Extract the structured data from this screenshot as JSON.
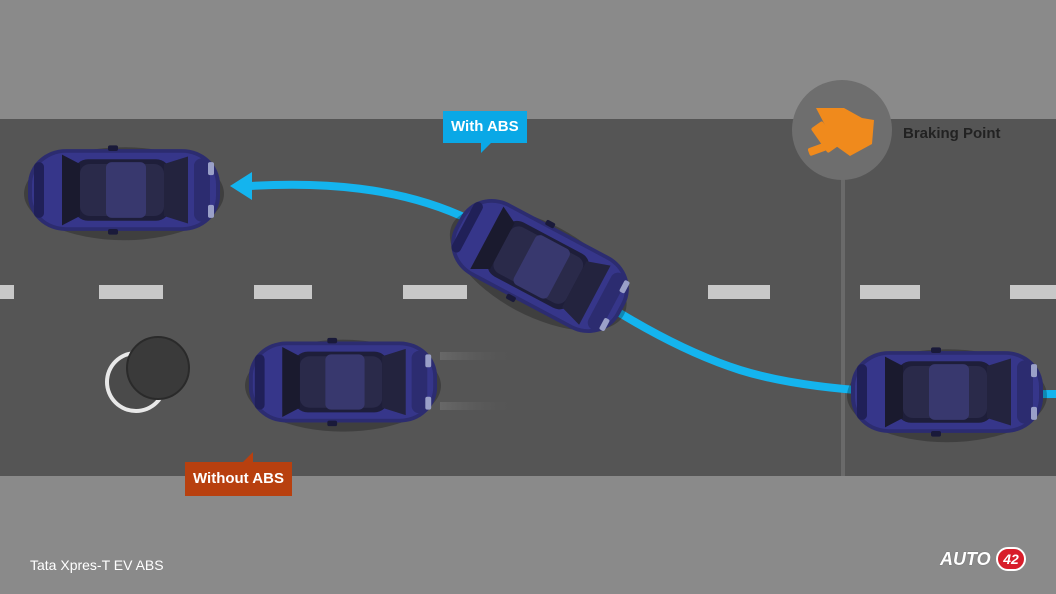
{
  "labels": {
    "with_abs": "With ABS",
    "without_abs": "Without ABS",
    "braking_point": "Braking Point",
    "caption": "Tata Xpres-T EV ABS"
  },
  "logo": {
    "text": "AUTO",
    "badge": "42"
  },
  "colors": {
    "background": "#8a8a8a",
    "road": "#555555",
    "lane_marking": "#c8c8c8",
    "abs_path": "#14b4ee",
    "with_abs_callout": "#0aa8e6",
    "without_abs_callout": "#b8400f",
    "brake_icon": "#f08a1c",
    "car_body": "#2f2f78",
    "logo_badge": "#d81d2a"
  },
  "icons": [
    "brake-pedal-icon",
    "manhole-icon",
    "arrow-left-icon"
  ]
}
